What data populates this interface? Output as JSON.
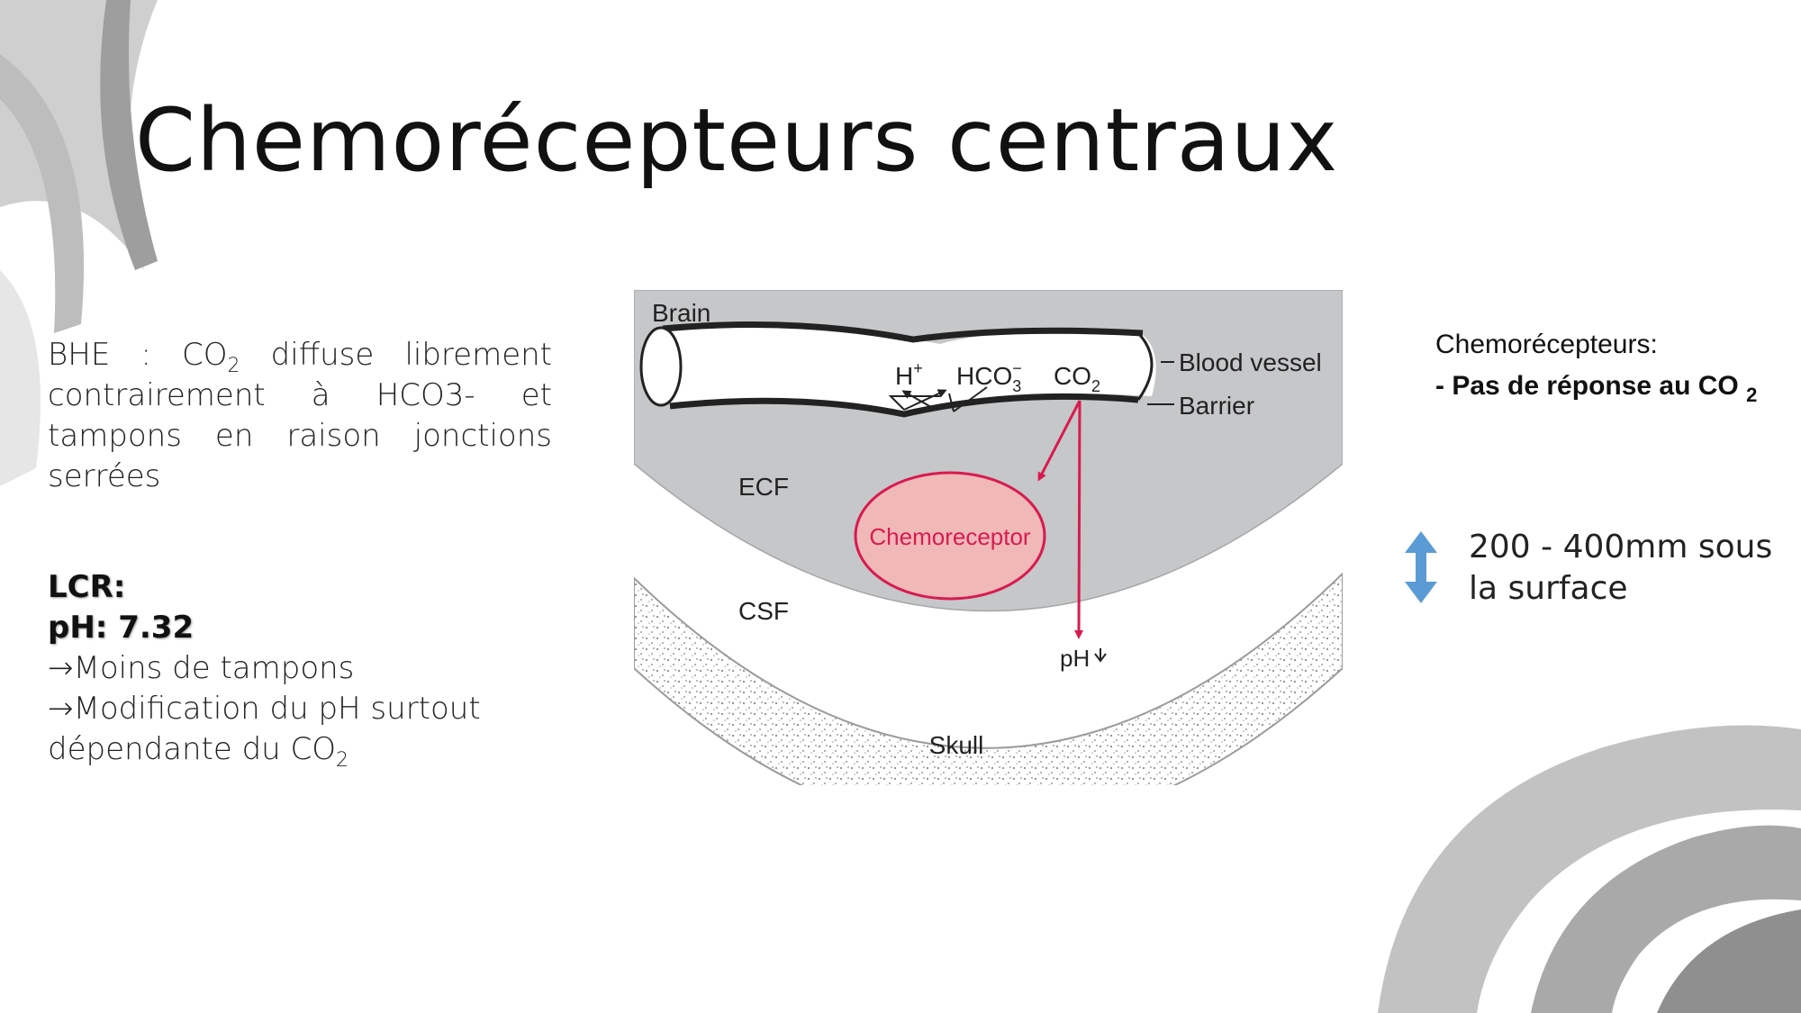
{
  "title": "Chemorécepteurs centraux",
  "bhe": {
    "prefix": "BHE : CO",
    "sub": "2",
    "text": " diffuse librement contrairement à HCO3- et tampons en raison jonctions serrées"
  },
  "lcr": {
    "label": "LCR:",
    "ph": "pH: 7.32",
    "point1": "→Moins de tampons",
    "point2_line1": "→Modification du pH surtout",
    "point2_line2": "dépendante du CO",
    "point2_sub": "2"
  },
  "diagram": {
    "brain": "Brain",
    "blood_vessel": "Blood vessel",
    "barrier": "Barrier",
    "h_plus": "H",
    "h_plus_sup": "+",
    "hco3": "HCO",
    "hco3_sub": "3",
    "hco3_sup": "−",
    "co2": "CO",
    "co2_sub": "2",
    "ecf": "ECF",
    "csf": "CSF",
    "chemoreceptor": "Chemoreceptor",
    "ph": "pH",
    "skull": "Skull"
  },
  "right": {
    "heading": "Chemorécepteurs:",
    "point": "- Pas de réponse au CO",
    "point_sub": "2"
  },
  "depth": {
    "line1": "200 - 400mm sous",
    "line2": "la surface"
  },
  "colors": {
    "accent": "#d81b4f",
    "brain_gray": "#c6c7c9",
    "chemoreceptor_fill": "#f1b8b8",
    "depth_arrow": "#5b9bd5",
    "deco_gray": "#b3b3b3"
  }
}
